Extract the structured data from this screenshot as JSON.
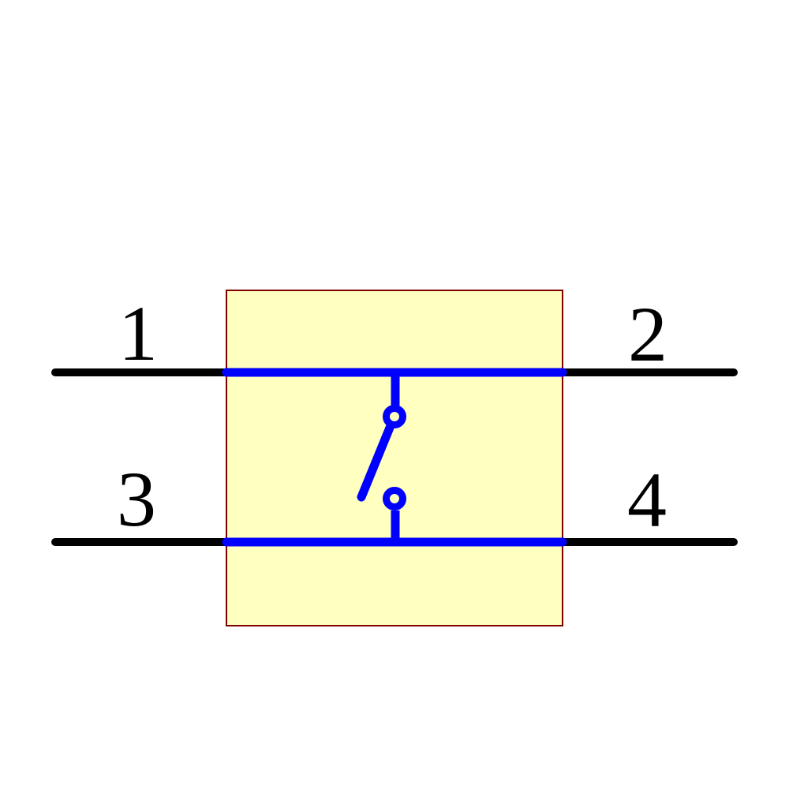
{
  "diagram": {
    "kind": "schematic-symbol",
    "component": "spst-switch",
    "switch_state": "open",
    "pins": [
      {
        "number": "1",
        "side": "left",
        "row": "top"
      },
      {
        "number": "2",
        "side": "right",
        "row": "top"
      },
      {
        "number": "3",
        "side": "left",
        "row": "bottom"
      },
      {
        "number": "4",
        "side": "right",
        "row": "bottom"
      }
    ],
    "colors": {
      "background": "#FFFFFF",
      "wire": "#000000",
      "net": "#0000FF",
      "body_fill": "#FFFFC0",
      "body_border": "#800000",
      "label_text": "#000000"
    }
  }
}
